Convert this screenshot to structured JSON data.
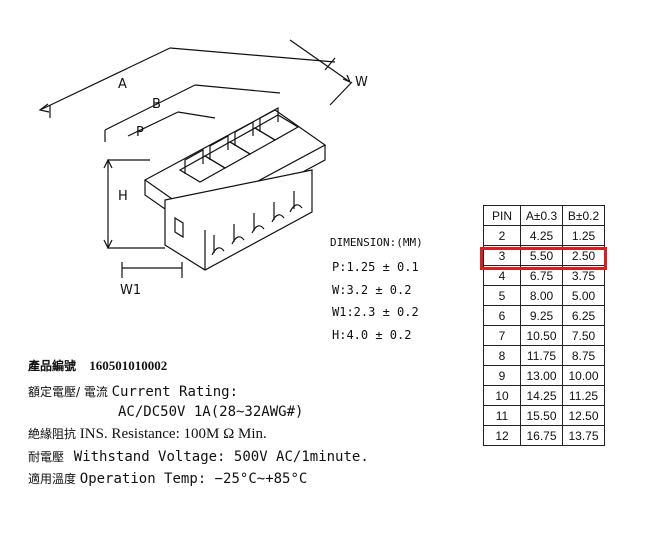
{
  "drawing": {
    "labels": {
      "a": "A",
      "b": "B",
      "p": "P",
      "h": "H",
      "w": "W",
      "w1": "W1"
    }
  },
  "dimensions": {
    "header": "DIMENSION:(MM)",
    "lines": [
      "P:1.25 ± 0.1",
      "W:3.2 ± 0.2",
      "W1:2.3 ± 0.2",
      "H:4.0 ± 0.2"
    ]
  },
  "specs": {
    "part_label": "產品編號",
    "part_number": "160501010002",
    "current_label_cjk": "額定電壓/ 電流",
    "current_label": "Current  Rating:",
    "current_value": "AC/DC50V  1A(28~32AWG#)",
    "ins_label_cjk": "絶緣阻抗",
    "ins_text": "INS. Resistance: 100M Ω Min.",
    "voltage_label_cjk": "耐電壓",
    "voltage_text": "Withstand  Voltage:  500V  AC/1minute.",
    "temp_label_cjk": "適用溫度",
    "temp_text": "Operation  Temp: −25°C~+85°C"
  },
  "table": {
    "headers": [
      "PIN",
      "A±0.3",
      "B±0.2"
    ],
    "rows": [
      [
        "2",
        "4.25",
        "1.25"
      ],
      [
        "3",
        "5.50",
        "2.50"
      ],
      [
        "4",
        "6.75",
        "3.75"
      ],
      [
        "5",
        "8.00",
        "5.00"
      ],
      [
        "6",
        "9.25",
        "6.25"
      ],
      [
        "7",
        "10.50",
        "7.50"
      ],
      [
        "8",
        "11.75",
        "8.75"
      ],
      [
        "9",
        "13.00",
        "10.00"
      ],
      [
        "10",
        "14.25",
        "11.25"
      ],
      [
        "11",
        "15.50",
        "12.50"
      ],
      [
        "12",
        "16.75",
        "13.75"
      ]
    ],
    "highlighted_pin": "3",
    "highlight_color": "#e01b1b"
  }
}
